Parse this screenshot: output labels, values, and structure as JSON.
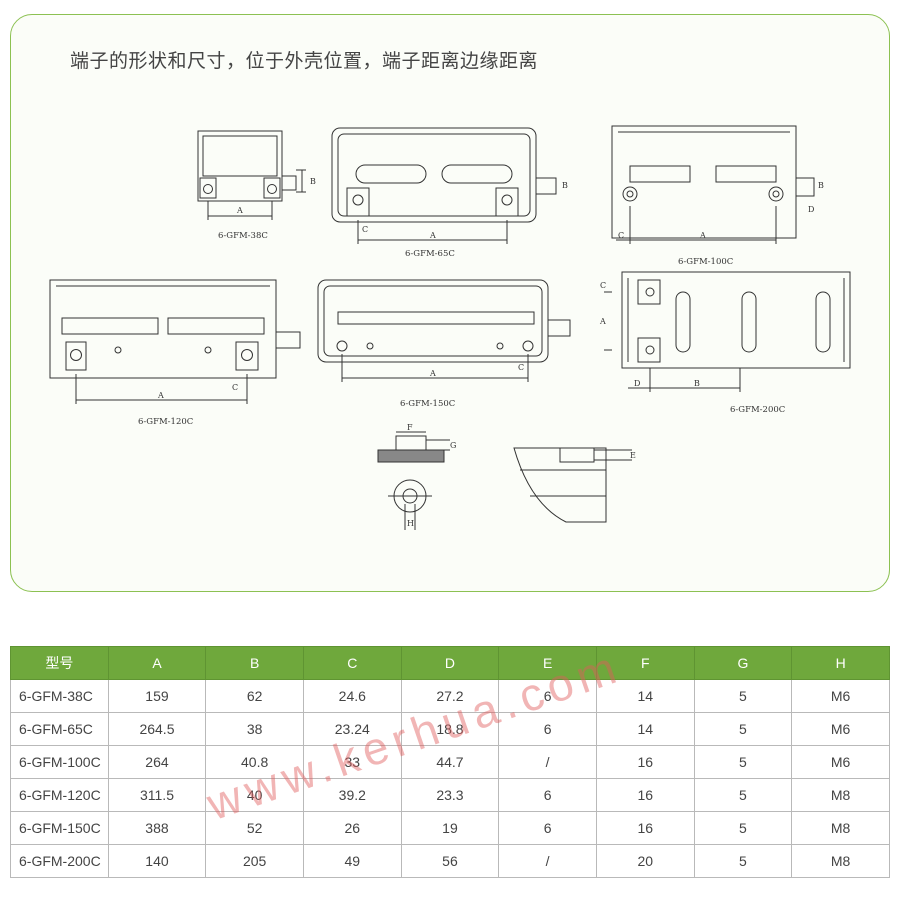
{
  "panel": {
    "title": "端子的形状和尺寸，位于外壳位置，端子距离边缘距离"
  },
  "drawings": {
    "models": [
      "6-GFM-38C",
      "6-GFM-65C",
      "6-GFM-100C",
      "6-GFM-120C",
      "6-GFM-150C",
      "6-GFM-200C"
    ],
    "dim_letters": [
      "A",
      "B",
      "C",
      "D",
      "E",
      "F",
      "G",
      "H"
    ]
  },
  "table": {
    "headers": [
      "型号",
      "A",
      "B",
      "C",
      "D",
      "E",
      "F",
      "G",
      "H"
    ],
    "rows": [
      [
        "6-GFM-38C",
        "159",
        "62",
        "24.6",
        "27.2",
        "6",
        "14",
        "5",
        "M6"
      ],
      [
        "6-GFM-65C",
        "264.5",
        "38",
        "23.24",
        "18.8",
        "6",
        "14",
        "5",
        "M6"
      ],
      [
        "6-GFM-100C",
        "264",
        "40.8",
        "33",
        "44.7",
        "/",
        "16",
        "5",
        "M6"
      ],
      [
        "6-GFM-120C",
        "311.5",
        "40",
        "39.2",
        "23.3",
        "6",
        "16",
        "5",
        "M8"
      ],
      [
        "6-GFM-150C",
        "388",
        "52",
        "26",
        "19",
        "6",
        "16",
        "5",
        "M8"
      ],
      [
        "6-GFM-200C",
        "140",
        "205",
        "49",
        "56",
        "/",
        "20",
        "5",
        "M8"
      ]
    ]
  },
  "watermark": "www.kerhua.com",
  "colors": {
    "accent": "#6fa83c",
    "border": "#8cc152",
    "watermark": "#e15a5a"
  }
}
